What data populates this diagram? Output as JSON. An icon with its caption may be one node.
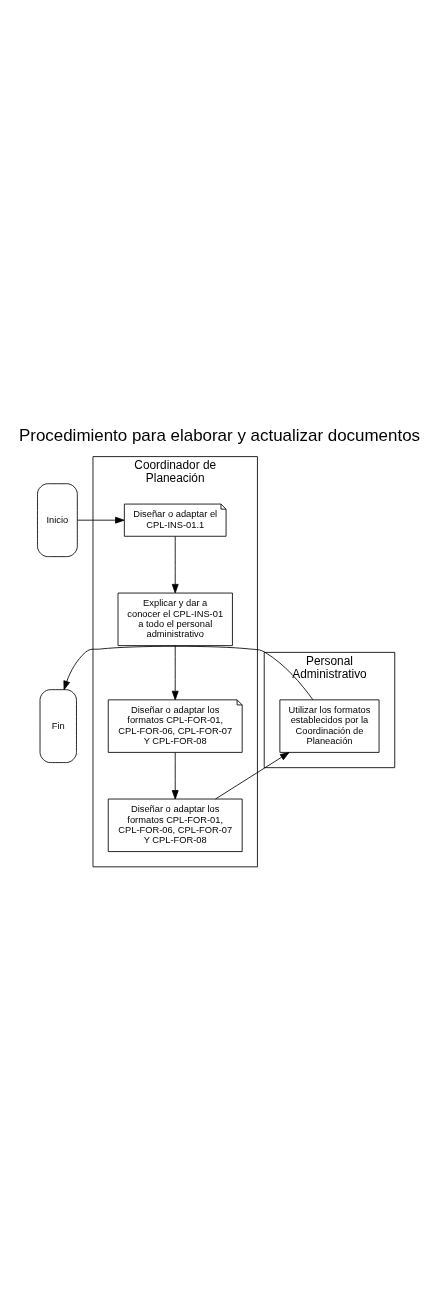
{
  "diagram": {
    "title": "Procedimiento para elaborar y actualizar documentos",
    "nodes": [
      {
        "text": [
          "Coordinador de Planeación"
        ]
      },
      {
        "text": [
          "Personal Administrativo"
        ]
      },
      {
        "text": [
          "Inicio"
        ]
      },
      {
        "text": [
          "Diseñar o adaptar el CPL-INS-01.1"
        ],
        "in": 0
      },
      {
        "text": [
          "Explicar y dar a conocer el CPL-INS-01 a todo el personal administrativo"
        ],
        "in": 0
      },
      {
        "text": [
          "Diseñar o adaptar los formatos CPL-FOR-01, CPL-FOR-06, CPL-FOR-07 Y CPL-FOR-08"
        ],
        "in": 0
      },
      {
        "text": [
          "Diseñar o adaptar los formatos CPL-FOR-01, CPL-FOR-06, CPL-FOR-07 Y CPL-FOR-08"
        ],
        "in": 0
      },
      {
        "text": [
          "Utilizar los formatos establecidos por la Coordinación de Planeación"
        ],
        "in": 1
      },
      {
        "text": [
          "Fin"
        ]
      }
    ],
    "edges": [
      {
        "from": 2,
        "to": 3,
        "arrow": "to"
      },
      {
        "from": 3,
        "to": 4,
        "arrow": "to"
      },
      {
        "from": 4,
        "to": 5,
        "arrow": "to"
      },
      {
        "from": 5,
        "to": 6,
        "arrow": "to"
      },
      {
        "from": 6,
        "to": 7,
        "arrow": "to"
      },
      {
        "from": 7,
        "to": 8,
        "arrow": "to"
      }
    ]
  }
}
